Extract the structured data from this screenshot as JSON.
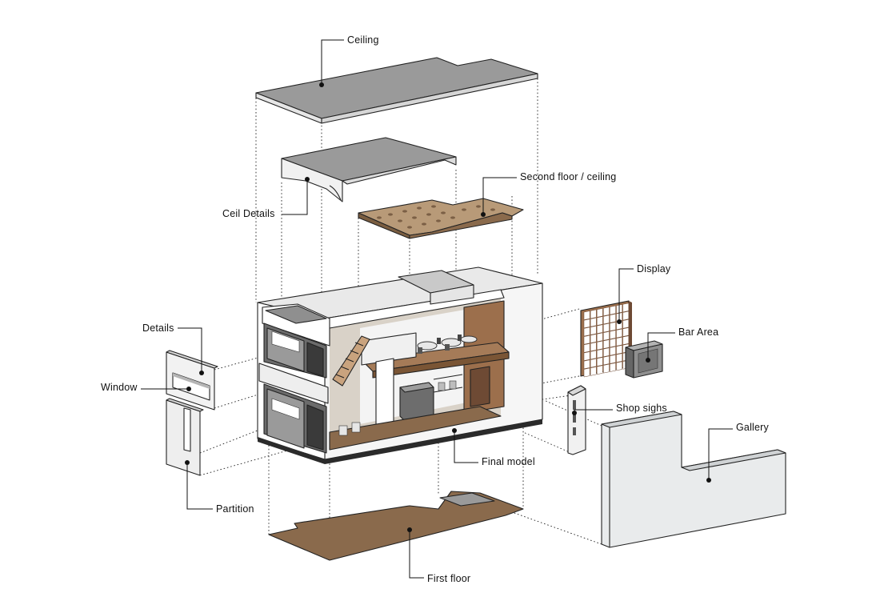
{
  "labels": {
    "ceiling": "Ceiling",
    "ceil_details": "Ceil Details",
    "second_floor": "Second floor / ceiling",
    "display": "Display",
    "bar_area": "Bar Area",
    "details": "Details",
    "window": "Window",
    "shop_signs": "Shop sighs",
    "gallery": "Gallery",
    "final_model": "Final model",
    "partition": "Partition",
    "first_floor": "First floor"
  },
  "colors": {
    "ceiling": "#9a9a9a",
    "wood": "#8a6a4c",
    "wood_light": "#b89a78",
    "wall": "#f2f2f2",
    "gallery": "#e9ebec",
    "dark": "#2b2b2b"
  }
}
